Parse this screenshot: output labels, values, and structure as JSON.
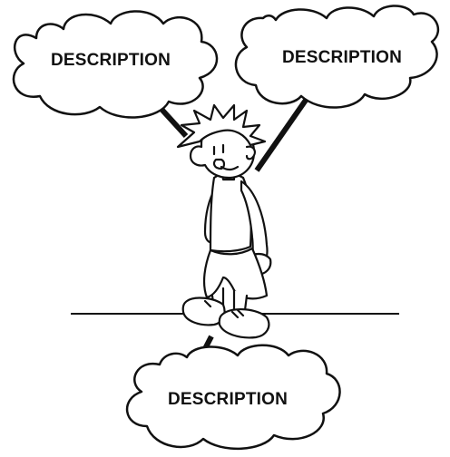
{
  "clouds": [
    {
      "id": "top-left",
      "label": "DESCRIPTION"
    },
    {
      "id": "top-right",
      "label": "DESCRIPTION"
    },
    {
      "id": "bottom",
      "label": "DESCRIPTION"
    }
  ],
  "colors": {
    "stroke": "#111111",
    "fill": "#ffffff"
  }
}
